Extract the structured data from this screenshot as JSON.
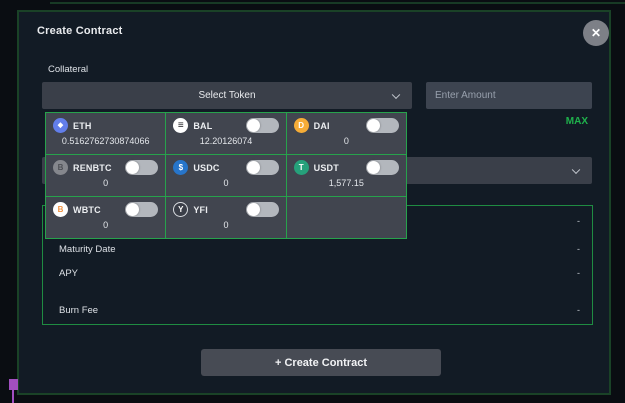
{
  "modal": {
    "title": "Create Contract",
    "close_icon": "✕",
    "collateral_label": "Collateral",
    "token_select_placeholder": "Select Token",
    "amount_placeholder": "Enter Amount",
    "max_label": "MAX",
    "create_button_label": "+ Create Contract"
  },
  "tokens": [
    {
      "symbol": "ETH",
      "balance": "0.5162762730874066",
      "has_toggle": false,
      "toggle_on": false,
      "icon": "eth-token-icon",
      "glyph": "◆",
      "bg": "#627eea",
      "fg": "#ffffff"
    },
    {
      "symbol": "BAL",
      "balance": "12.20126074",
      "has_toggle": true,
      "toggle_on": false,
      "icon": "bal-token-icon",
      "glyph": "≡",
      "bg": "#ffffff",
      "fg": "#15151a"
    },
    {
      "symbol": "DAI",
      "balance": "0",
      "has_toggle": true,
      "toggle_on": false,
      "icon": "dai-token-icon",
      "glyph": "D",
      "bg": "#f5ac37",
      "fg": "#ffffff"
    },
    {
      "symbol": "RENBTC",
      "balance": "0",
      "has_toggle": true,
      "toggle_on": false,
      "icon": "renbtc-token-icon",
      "glyph": "B",
      "bg": "#85878d",
      "fg": "#4e5056"
    },
    {
      "symbol": "USDC",
      "balance": "0",
      "has_toggle": true,
      "toggle_on": false,
      "icon": "usdc-token-icon",
      "glyph": "$",
      "bg": "#2775ca",
      "fg": "#ffffff"
    },
    {
      "symbol": "USDT",
      "balance": "1,577.15",
      "has_toggle": true,
      "toggle_on": false,
      "icon": "usdt-token-icon",
      "glyph": "T",
      "bg": "#26a17b",
      "fg": "#ffffff"
    },
    {
      "symbol": "WBTC",
      "balance": "0",
      "has_toggle": true,
      "toggle_on": false,
      "icon": "wbtc-token-icon",
      "glyph": "B",
      "bg": "#ffffff",
      "fg": "#f09242"
    },
    {
      "symbol": "YFI",
      "balance": "0",
      "has_toggle": true,
      "toggle_on": false,
      "icon": "yfi-token-icon",
      "glyph": "Y",
      "bg": "#3a3e48",
      "fg": "#ffffff"
    }
  ],
  "details": [
    {
      "label": "",
      "value": "-"
    },
    {
      "label": "Maturity Date",
      "value": "-"
    },
    {
      "label": "APY",
      "value": "-"
    },
    {
      "label": "Burn Fee",
      "value": "-"
    }
  ],
  "colors": {
    "page_background": "#0a0d12",
    "modal_background": "#121b25",
    "modal_border_green": "#1a4227",
    "grid_border_green": "#27a24c",
    "panel_border_green": "#1f8c42",
    "control_background": "#3a3f49",
    "input_background": "#3d4450",
    "cell_background": "#41454f",
    "max_green": "#1fb24c",
    "button_background": "#474b54",
    "cursor_purple": "#a14fc0"
  }
}
